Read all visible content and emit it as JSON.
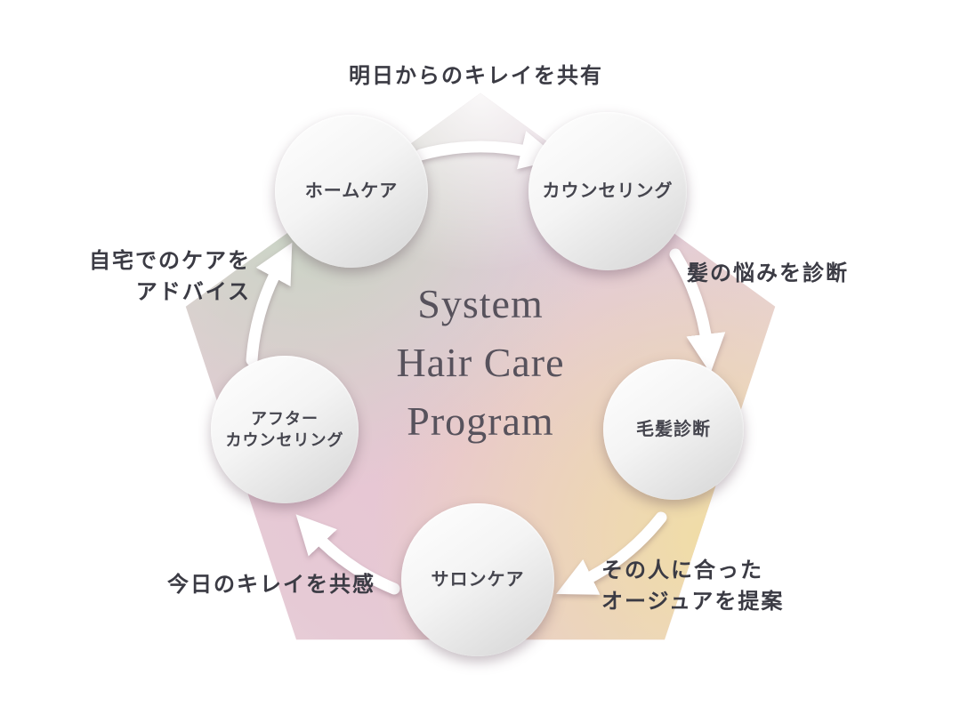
{
  "title": {
    "lines": [
      "System",
      "Hair Care",
      "Program"
    ]
  },
  "nodes": {
    "home_care": "ホームケア",
    "counseling": "カウンセリング",
    "hair_diagnosis": "毛髪診断",
    "salon_care": "サロンケア",
    "after_counseling": "アフター\nカウンセリング"
  },
  "captions": {
    "share_tomorrow": "明日からのキレイを共有",
    "diagnose_concerns": "髪の悩みを診断",
    "propose_aujua": "その人に合った\nオージュアを提案",
    "sympathize_today": "今日のキレイを共感",
    "advise_home_care": "自宅でのケアを\nアドバイス"
  },
  "colors": {
    "pentagon_green": "#c5d7c3",
    "pentagon_pink": "#e8c4d3",
    "pentagon_lavender": "#dfcbe0",
    "pentagon_yellow": "#f1dea4",
    "circle_gradient_light": "#ffffff",
    "circle_gradient_dark": "#d4d4d4",
    "arrow": "#ffffff",
    "title_text": "#57525c",
    "caption_text": "#3b3b44",
    "node_text": "#45454e"
  }
}
